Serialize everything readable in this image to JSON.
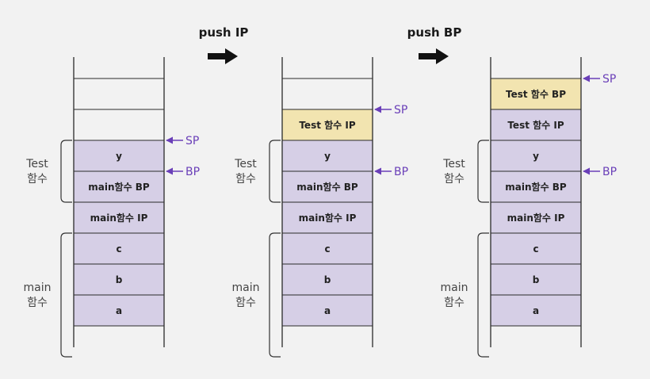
{
  "colors": {
    "background": "#f2f2f2",
    "stack_line": "#2b2b2b",
    "frame_cell": "#d6cfe6",
    "pushed_cell": "#f2e4b0",
    "pointer_arrow": "#6a3fb8",
    "step_arrow": "#111111"
  },
  "steps": [
    {
      "label": "push IP"
    },
    {
      "label": "push BP"
    }
  ],
  "stacks": [
    {
      "cells": [
        {
          "label": "",
          "kind": "empty"
        },
        {
          "label": "",
          "kind": "empty"
        },
        {
          "label": "y",
          "kind": "frame"
        },
        {
          "label": "main함수 BP",
          "kind": "frame"
        },
        {
          "label": "main함수 IP",
          "kind": "frame"
        },
        {
          "label": "c",
          "kind": "frame"
        },
        {
          "label": "b",
          "kind": "frame"
        },
        {
          "label": "a",
          "kind": "frame"
        }
      ],
      "groups": [
        {
          "line1": "Test",
          "line2": "함수"
        },
        {
          "line1": "main",
          "line2": "함수"
        }
      ],
      "pointers": [
        {
          "label": "SP"
        },
        {
          "label": "BP"
        }
      ]
    },
    {
      "cells": [
        {
          "label": "",
          "kind": "empty"
        },
        {
          "label": "Test 함수 IP",
          "kind": "pushed"
        },
        {
          "label": "y",
          "kind": "frame"
        },
        {
          "label": "main함수 BP",
          "kind": "frame"
        },
        {
          "label": "main함수 IP",
          "kind": "frame"
        },
        {
          "label": "c",
          "kind": "frame"
        },
        {
          "label": "b",
          "kind": "frame"
        },
        {
          "label": "a",
          "kind": "frame"
        }
      ],
      "groups": [
        {
          "line1": "Test",
          "line2": "함수"
        },
        {
          "line1": "main",
          "line2": "함수"
        }
      ],
      "pointers": [
        {
          "label": "SP"
        },
        {
          "label": "BP"
        }
      ]
    },
    {
      "cells": [
        {
          "label": "Test 함수 BP",
          "kind": "pushed"
        },
        {
          "label": "Test 함수 IP",
          "kind": "frame"
        },
        {
          "label": "y",
          "kind": "frame"
        },
        {
          "label": "main함수 BP",
          "kind": "frame"
        },
        {
          "label": "main함수 IP",
          "kind": "frame"
        },
        {
          "label": "c",
          "kind": "frame"
        },
        {
          "label": "b",
          "kind": "frame"
        },
        {
          "label": "a",
          "kind": "frame"
        }
      ],
      "groups": [
        {
          "line1": "Test",
          "line2": "함수"
        },
        {
          "line1": "main",
          "line2": "함수"
        }
      ],
      "pointers": [
        {
          "label": "SP"
        },
        {
          "label": "BP"
        }
      ]
    }
  ]
}
